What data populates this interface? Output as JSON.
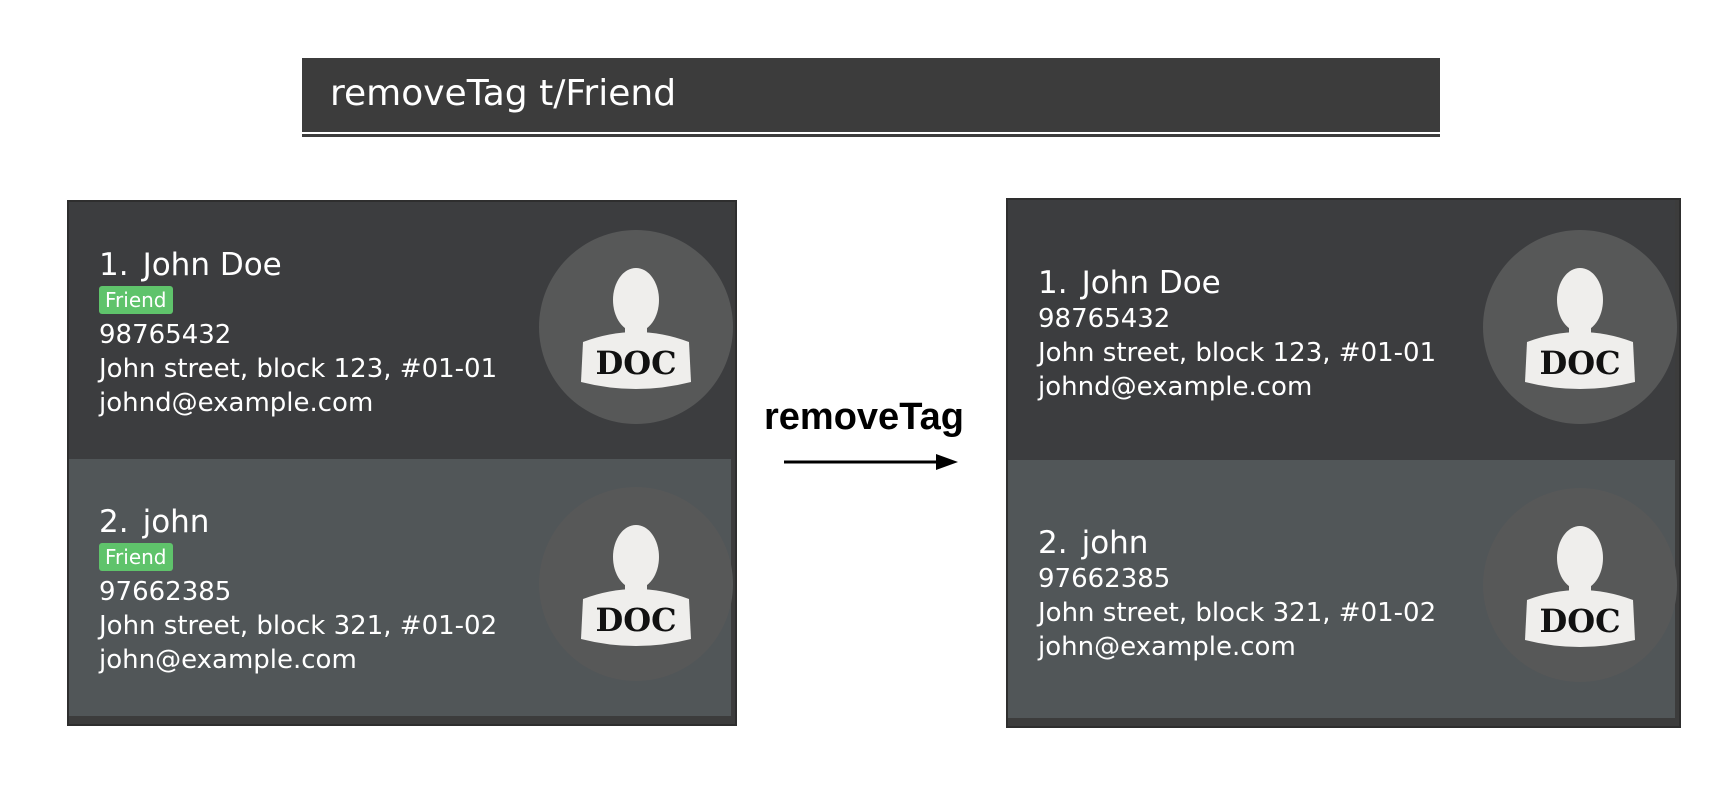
{
  "command_box": {
    "value": "removeTag t/Friend"
  },
  "operation_label": "removeTag",
  "colors": {
    "command_bg": "#3c3c3c",
    "card_dark": "#3c3d3f",
    "card_light": "#515658",
    "tag_green": "#5fc36b",
    "avatar_bg": "#575858"
  },
  "before": {
    "persons": [
      {
        "index": "1.",
        "name": "John Doe",
        "tag": "Friend",
        "phone": "98765432",
        "address": "John street, block 123, #01-01",
        "email": "johnd@example.com",
        "avatar_text": "DOC",
        "avatar_icon": "person-silhouette-icon"
      },
      {
        "index": "2.",
        "name": "john",
        "tag": "Friend",
        "phone": "97662385",
        "address": "John street, block 321, #01-02",
        "email": "john@example.com",
        "avatar_text": "DOC",
        "avatar_icon": "person-silhouette-icon"
      }
    ]
  },
  "after": {
    "persons": [
      {
        "index": "1.",
        "name": "John Doe",
        "phone": "98765432",
        "address": "John street, block 123, #01-01",
        "email": "johnd@example.com",
        "avatar_text": "DOC",
        "avatar_icon": "person-silhouette-icon"
      },
      {
        "index": "2.",
        "name": "john",
        "phone": "97662385",
        "address": "John street, block 321, #01-02",
        "email": "john@example.com",
        "avatar_text": "DOC",
        "avatar_icon": "person-silhouette-icon"
      }
    ]
  }
}
